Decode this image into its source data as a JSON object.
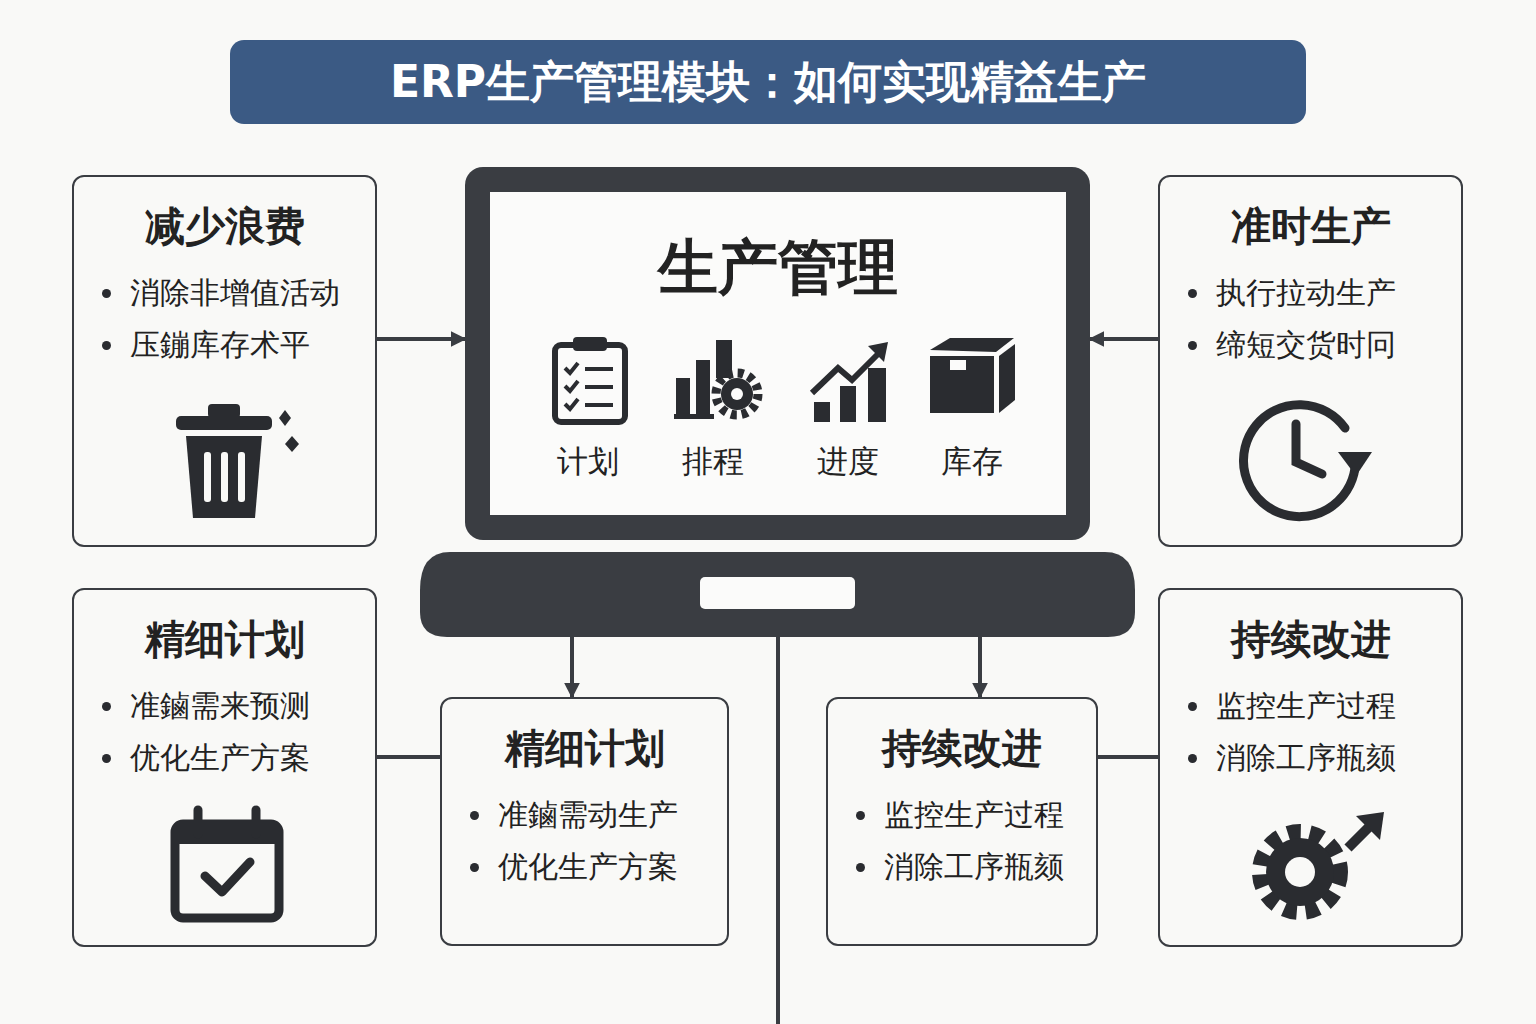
{
  "diagram": {
    "title": "ERP生产管理模块：如何实现精益生产",
    "nodes": [
      {
        "text": [
          "减少浪费",
          "消除非增值活动",
          "压鏰库存术平"
        ]
      },
      {
        "text": [
          "生产管理",
          "计划",
          "排程",
          "进度",
          "库存"
        ]
      },
      {
        "text": [
          "准时生产",
          "执行拉动生产",
          "缔短交货时冋"
        ]
      },
      {
        "text": [
          "精细计划",
          "准鏀需来预测",
          "优化生产方案"
        ]
      },
      {
        "text": [
          "精细计划",
          "准鏀需动生产",
          "优化生产方案"
        ]
      },
      {
        "text": [
          "持续改进",
          "监控生产过程",
          "消除工序瓶颏"
        ]
      },
      {
        "text": [
          "持续改进",
          "监控生产过程",
          "消除工序瓶颏"
        ]
      }
    ],
    "edges": [
      {
        "from": 0,
        "to": 1,
        "arrow": "to"
      },
      {
        "from": 2,
        "to": 1,
        "arrow": "to"
      },
      {
        "from": 1,
        "to": 4,
        "arrow": "to"
      },
      {
        "from": 1,
        "to": 5,
        "arrow": "to"
      },
      {
        "from": 3,
        "to": 4,
        "arrow": "none"
      },
      {
        "from": 5,
        "to": 6,
        "arrow": "none"
      }
    ]
  }
}
